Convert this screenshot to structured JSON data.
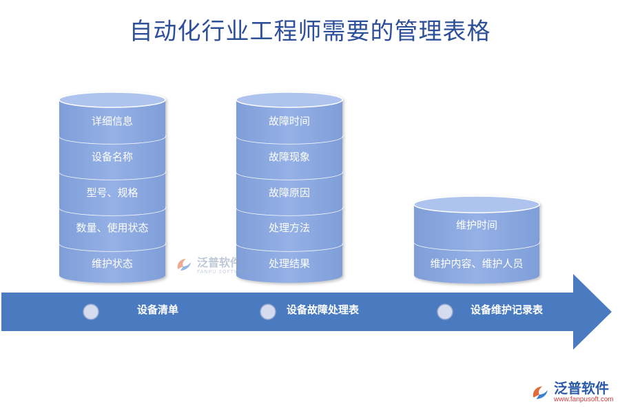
{
  "title": "自动化行业工程师需要的管理表格",
  "stacks": [
    {
      "label": "设备清单",
      "items": [
        "详细信息",
        "设备名称",
        "型号、规格",
        "数量、使用状态",
        "维护状态"
      ]
    },
    {
      "label": "设备故障处理表",
      "items": [
        "故障时间",
        "故障现象",
        "故障原因",
        "处理方法",
        "处理结果"
      ]
    },
    {
      "label": "设备维护记录表",
      "items": [
        "维护时间",
        "维护内容、维护人员"
      ]
    }
  ],
  "watermark": {
    "name": "泛普软件",
    "sub": "FANPU SOFTWARE"
  },
  "logo": {
    "name": "泛普软件",
    "url": "www.fanpusoft.com"
  },
  "colors": {
    "cylinder": "#8aa8e0",
    "cylinder_top": "#a8c0ea",
    "arrow": "#4a7bc0",
    "title": "#2e4f9a"
  }
}
